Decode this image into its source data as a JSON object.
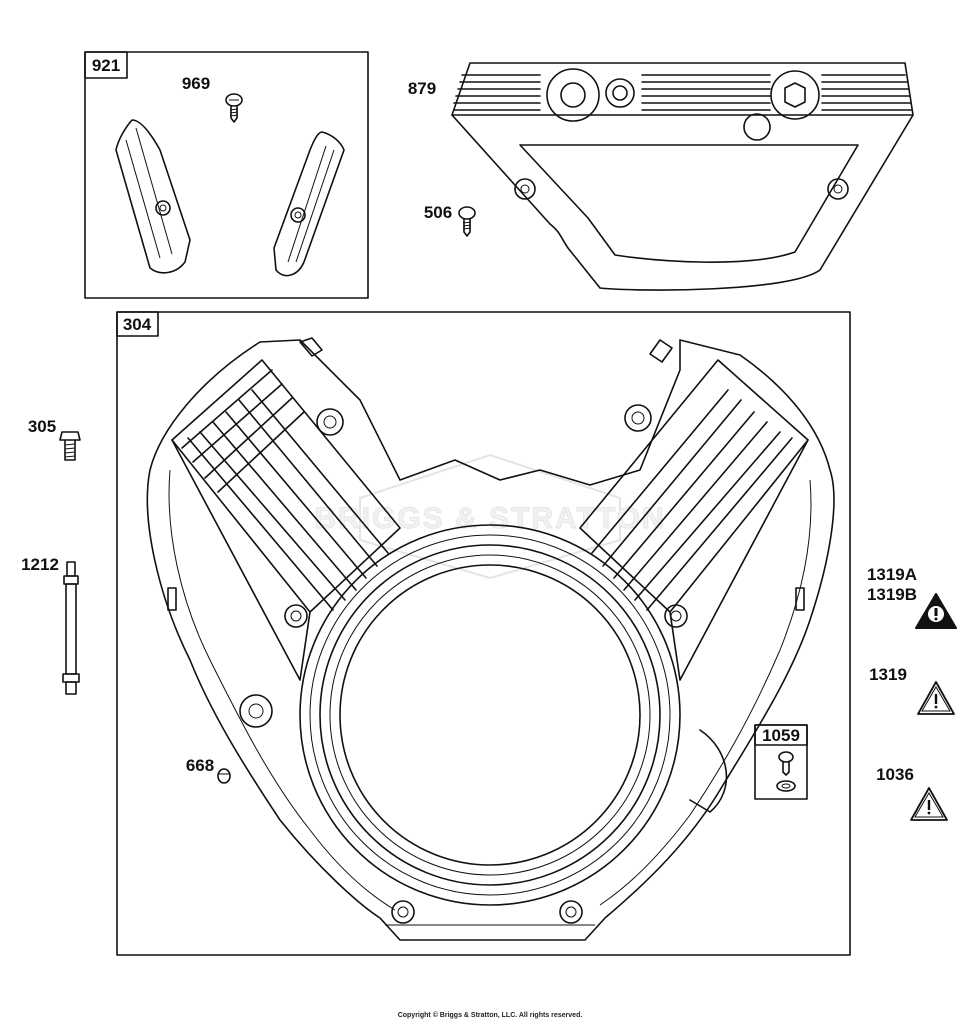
{
  "labels": {
    "p921": "921",
    "p969": "969",
    "p879": "879",
    "p506": "506",
    "p304": "304",
    "p305": "305",
    "p1212": "1212",
    "p1319A": "1319A",
    "p1319B": "1319B",
    "p1319": "1319",
    "p1036": "1036",
    "p668": "668",
    "p1059": "1059"
  },
  "watermark": "BRIGGS & STRATTON",
  "copyright": "Copyright © Briggs & Stratton, LLC. All rights reserved.",
  "icons": [
    "warning-icon-filled",
    "warning-icon-outline"
  ],
  "colors": {
    "line": "#111111",
    "background": "#ffffff"
  }
}
